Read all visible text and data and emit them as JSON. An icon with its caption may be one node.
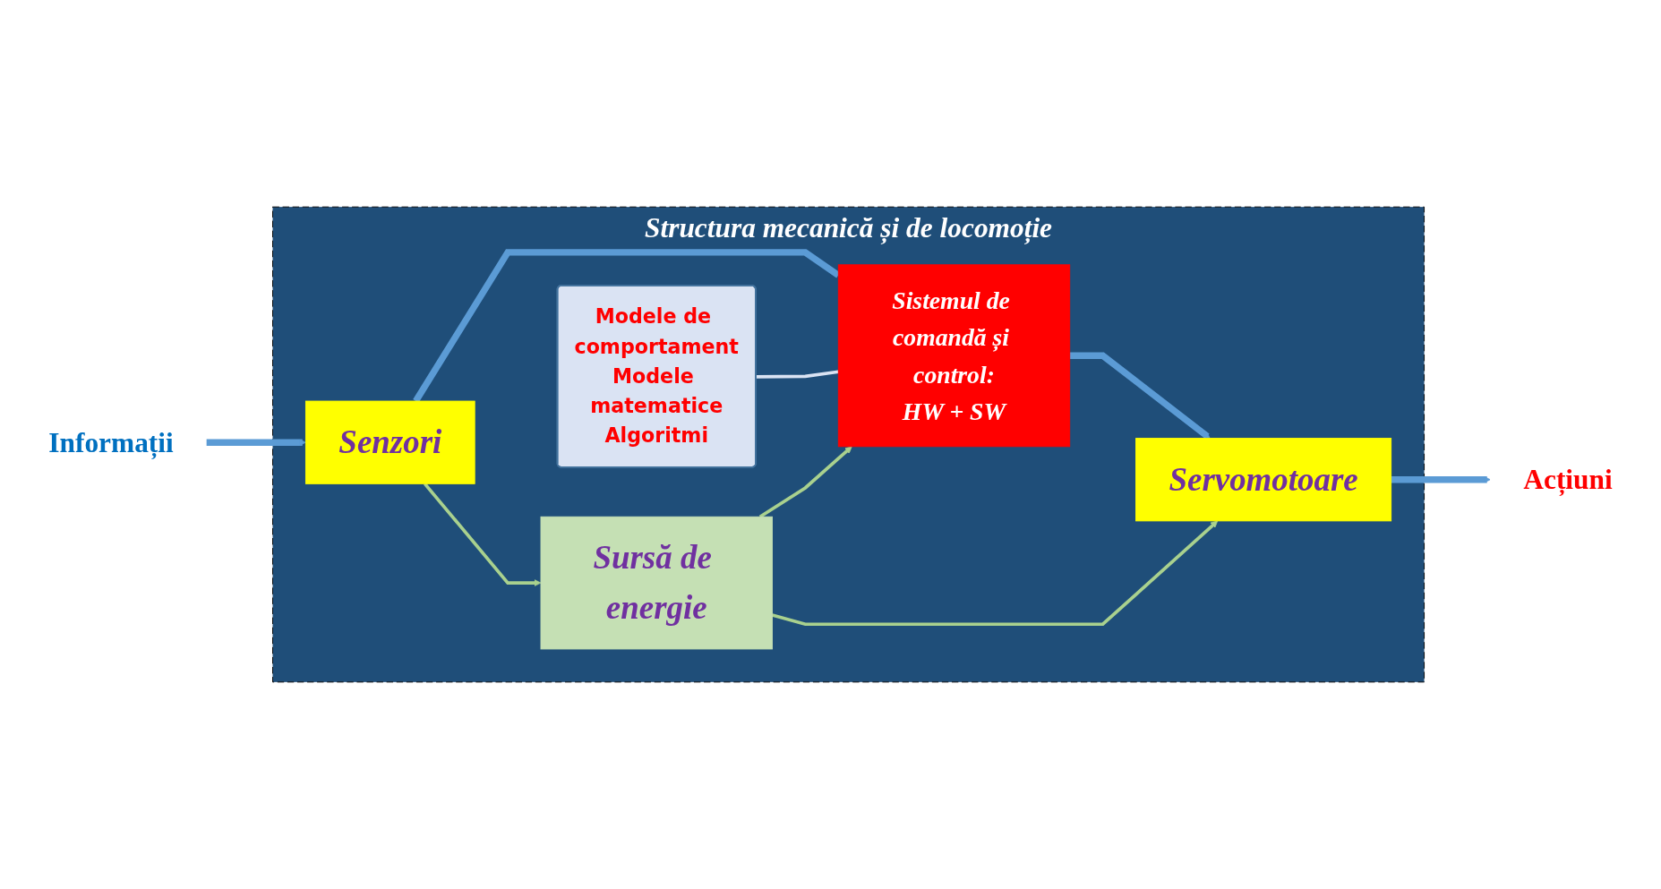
{
  "diagram": {
    "nodes": [
      {
        "text": [
          "Informații"
        ]
      },
      {
        "text": [
          "Structura mecanică și de locomoție"
        ]
      },
      {
        "text": [
          "Modele de comportament",
          "Modele matematice",
          "Algoritmi"
        ],
        "in": 1
      },
      {
        "text": [
          "Senzori"
        ],
        "in": 1
      },
      {
        "text": [
          "Sistemul de comandă și control:",
          "HW + SW"
        ],
        "in": 1
      },
      {
        "text": [
          "Sursă de energie"
        ],
        "in": 1
      },
      {
        "text": [
          "Servomotoare"
        ],
        "in": 1
      },
      {
        "text": [
          "Acțiuni"
        ]
      }
    ],
    "edges": [
      {
        "from": 0,
        "to": 3,
        "arrow": "to",
        "style": "thick",
        "color": "#5b9bd5"
      },
      {
        "from": 3,
        "to": 4,
        "arrow": "none",
        "style": "thick",
        "color": "#5b9bd5"
      },
      {
        "from": 2,
        "to": 4,
        "arrow": "none",
        "color": "#dae3f3"
      },
      {
        "from": 3,
        "to": 5,
        "arrow": "to",
        "color": "#a9d18e"
      },
      {
        "from": 5,
        "to": 4,
        "arrow": "to",
        "color": "#a9d18e"
      },
      {
        "from": 4,
        "to": 6,
        "arrow": "to",
        "style": "thick",
        "color": "#5b9bd5"
      },
      {
        "from": 5,
        "to": 6,
        "arrow": "to",
        "color": "#a9d18e"
      },
      {
        "from": 6,
        "to": 7,
        "arrow": "to",
        "style": "thick",
        "color": "#5b9bd5"
      }
    ]
  }
}
